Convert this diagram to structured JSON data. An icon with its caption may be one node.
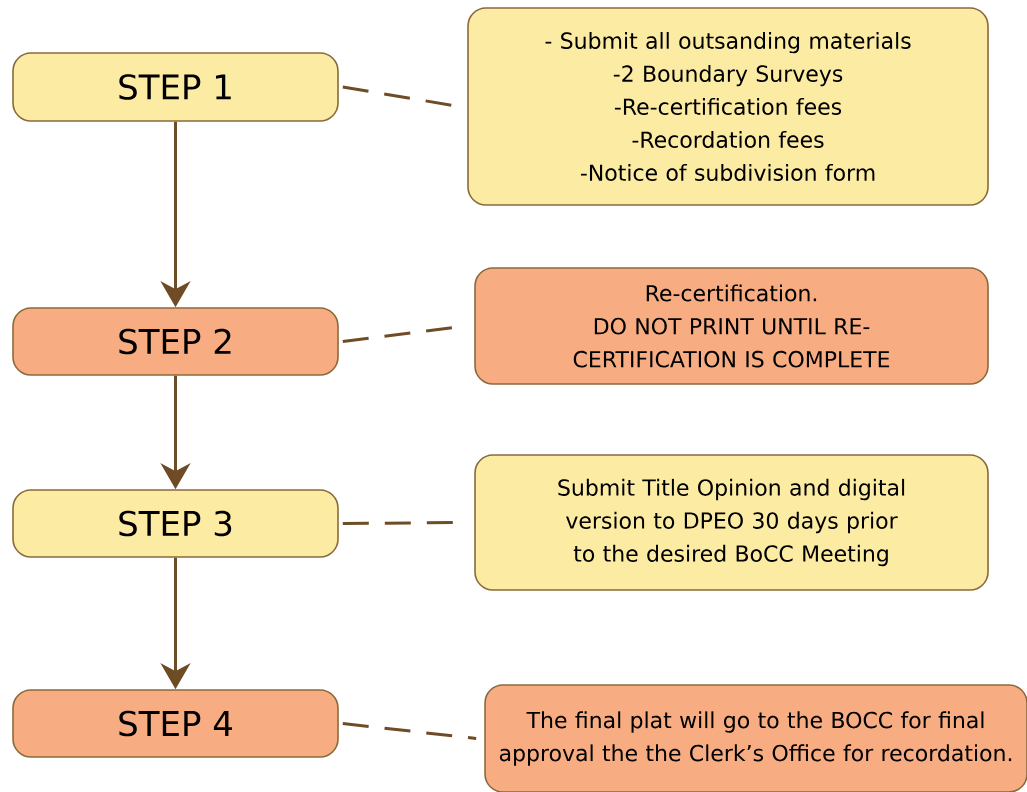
{
  "diagram": {
    "nodes": [
      {
        "text": [
          "STEP 1"
        ]
      },
      {
        "text": [
          "- Submit all outsanding materials",
          "-2 Boundary Surveys",
          "-Re-certification fees",
          "-Recordation fees",
          "-Notice of subdivision form"
        ]
      },
      {
        "text": [
          "STEP 2"
        ]
      },
      {
        "text": [
          "Re-certification.",
          "DO NOT PRINT UNTIL RE-CERTIFICATION IS COMPLETE"
        ]
      },
      {
        "text": [
          "STEP 3"
        ]
      },
      {
        "text": [
          "Submit Title Opinion and digital version to DPEO 30 days prior to the desired BoCC Meeting"
        ]
      },
      {
        "text": [
          "STEP 4"
        ]
      },
      {
        "text": [
          "The final plat will go to the BOCC for final approval the the Clerk’s Office for recordation."
        ]
      }
    ],
    "edges": [
      {
        "from": 0,
        "to": 2,
        "arrow": "to"
      },
      {
        "from": 2,
        "to": 4,
        "arrow": "to"
      },
      {
        "from": 4,
        "to": 6,
        "arrow": "to"
      },
      {
        "from": 0,
        "to": 1,
        "arrow": "none",
        "style": "dashed"
      },
      {
        "from": 2,
        "to": 3,
        "arrow": "none",
        "style": "dashed"
      },
      {
        "from": 4,
        "to": 5,
        "arrow": "none",
        "style": "dashed"
      },
      {
        "from": 6,
        "to": 7,
        "arrow": "none",
        "style": "dashed"
      }
    ]
  }
}
